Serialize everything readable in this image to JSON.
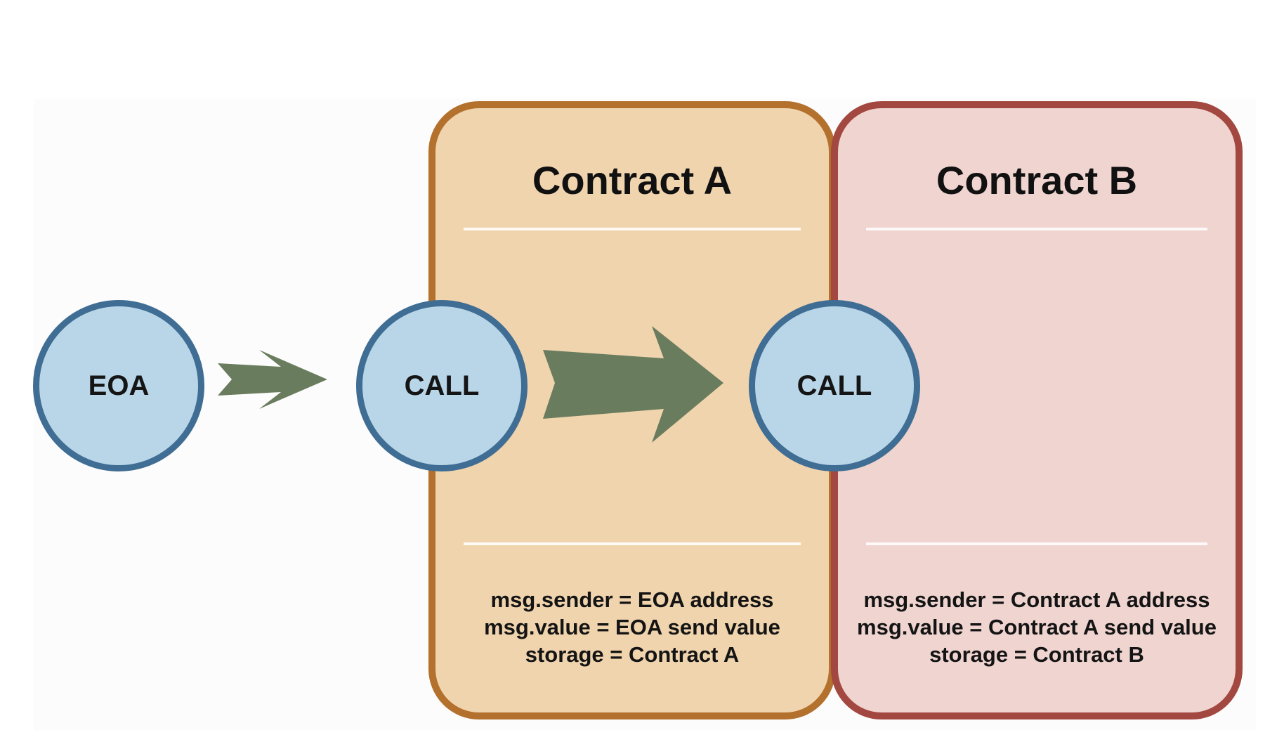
{
  "nodes": {
    "eoa": "EOA",
    "call_a": "CALL",
    "call_b": "CALL"
  },
  "contract_a": {
    "title": "Contract A",
    "notes": [
      "msg.sender = EOA address",
      "msg.value = EOA send value",
      "storage = Contract A"
    ]
  },
  "contract_b": {
    "title": "Contract B",
    "notes": [
      "msg.sender = Contract A address",
      "msg.value = Contract A send value",
      "storage = Contract B"
    ]
  },
  "colors": {
    "node_fill": "#b9d6e8",
    "node_border": "#3f6d93",
    "arrow": "#6a7c5e",
    "contract_a_fill": "#f0d4ae",
    "contract_a_border": "#b4702d",
    "contract_b_fill": "#efd4d0",
    "contract_b_border": "#a24840"
  }
}
